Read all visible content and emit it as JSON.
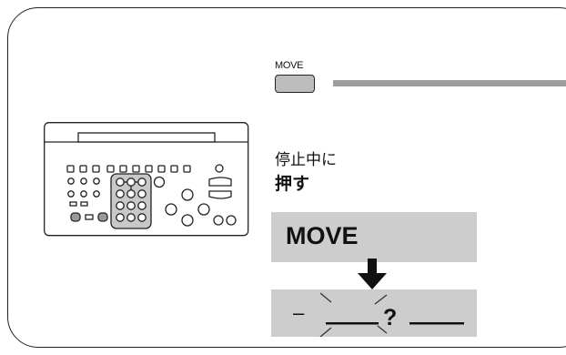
{
  "move_button": {
    "caption": "MOVE"
  },
  "instruction": {
    "line1": "停止中に",
    "line2": "押す"
  },
  "display_before": {
    "text": "MOVE"
  },
  "display_after": {
    "prefix": "–",
    "question": "?"
  },
  "colors": {
    "frame": "#222222",
    "display_bg": "#cdcdcd",
    "button_fill": "#bdbdbd",
    "bar": "#9e9e9e"
  },
  "icons": [
    "remote-control-icon",
    "down-arrow-icon",
    "blink-marks-icon"
  ]
}
